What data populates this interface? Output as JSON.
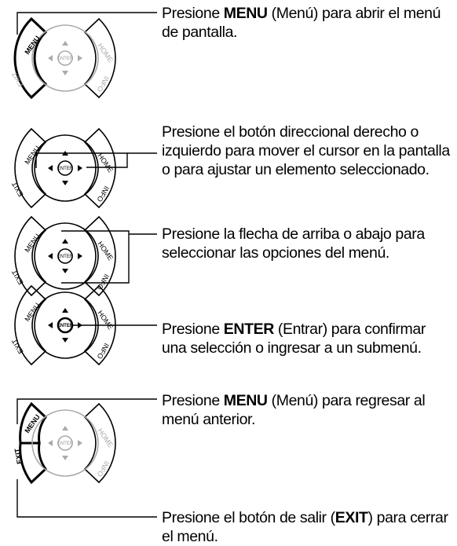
{
  "remote": {
    "labels": {
      "menu": "MENU",
      "home": "HOME",
      "exit": "EXIT",
      "info": "INFO",
      "enter": "ENTER"
    }
  },
  "steps": [
    {
      "pre": "Presione ",
      "bold": "MENU",
      "post": " (Menú) para abrir el menú de pantalla."
    },
    {
      "pre": "Presione el botón direccional derecho o izquierdo para mover el cursor en la pantalla o para ajustar un elemento seleccionado.",
      "bold": "",
      "post": ""
    },
    {
      "pre": "Presione la flecha de arriba o abajo para seleccionar las opciones del menú.",
      "bold": "",
      "post": ""
    },
    {
      "pre": "Presione ",
      "bold": "ENTER",
      "post": " (Entrar) para confirmar una selección o ingresar a un submenú."
    },
    {
      "pre": "Presione ",
      "bold": "MENU",
      "post": " (Menú) para regresar al menú anterior."
    },
    {
      "pre": "Presione el botón de salir (",
      "bold": "EXIT",
      "post": ") para cerrar el menú."
    }
  ]
}
